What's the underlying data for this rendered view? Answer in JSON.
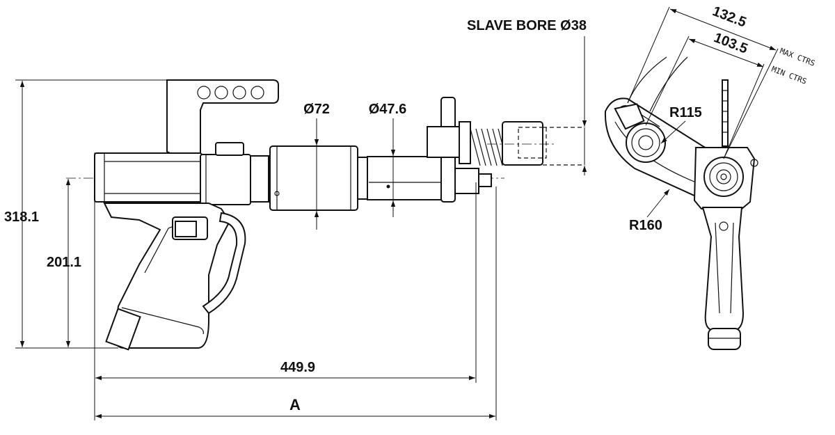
{
  "drawing": {
    "dimensions": {
      "slave_bore": "SLAVE BORE Ø38",
      "dia_72": "Ø72",
      "dia_47_6": "Ø47.6",
      "height_total": "318.1",
      "height_axis": "201.1",
      "length_449_9": "449.9",
      "length_a": "A",
      "radius_115": "R115",
      "radius_160": "R160",
      "ctrs_max": "132.5",
      "ctrs_min": "103.5",
      "max_ctrs_note": "MAX CTRS",
      "min_ctrs_note": "MIN CTRS"
    },
    "colors": {
      "line": "#111111",
      "background": "#ffffff"
    }
  }
}
